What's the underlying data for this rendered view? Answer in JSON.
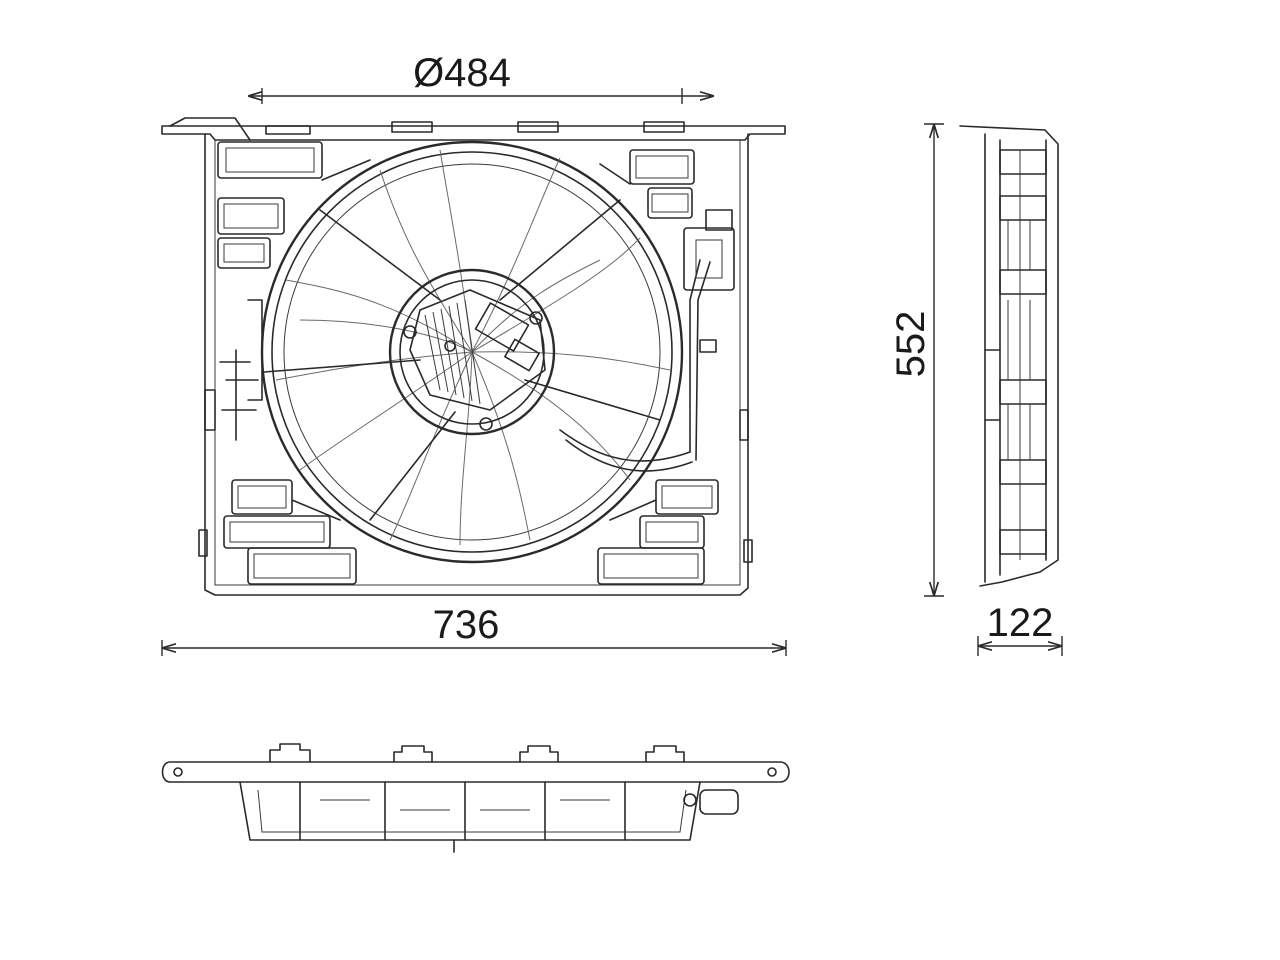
{
  "dimensions": {
    "fan_diameter": "Ø484",
    "overall_width": "736",
    "overall_height": "552",
    "depth": "122"
  }
}
